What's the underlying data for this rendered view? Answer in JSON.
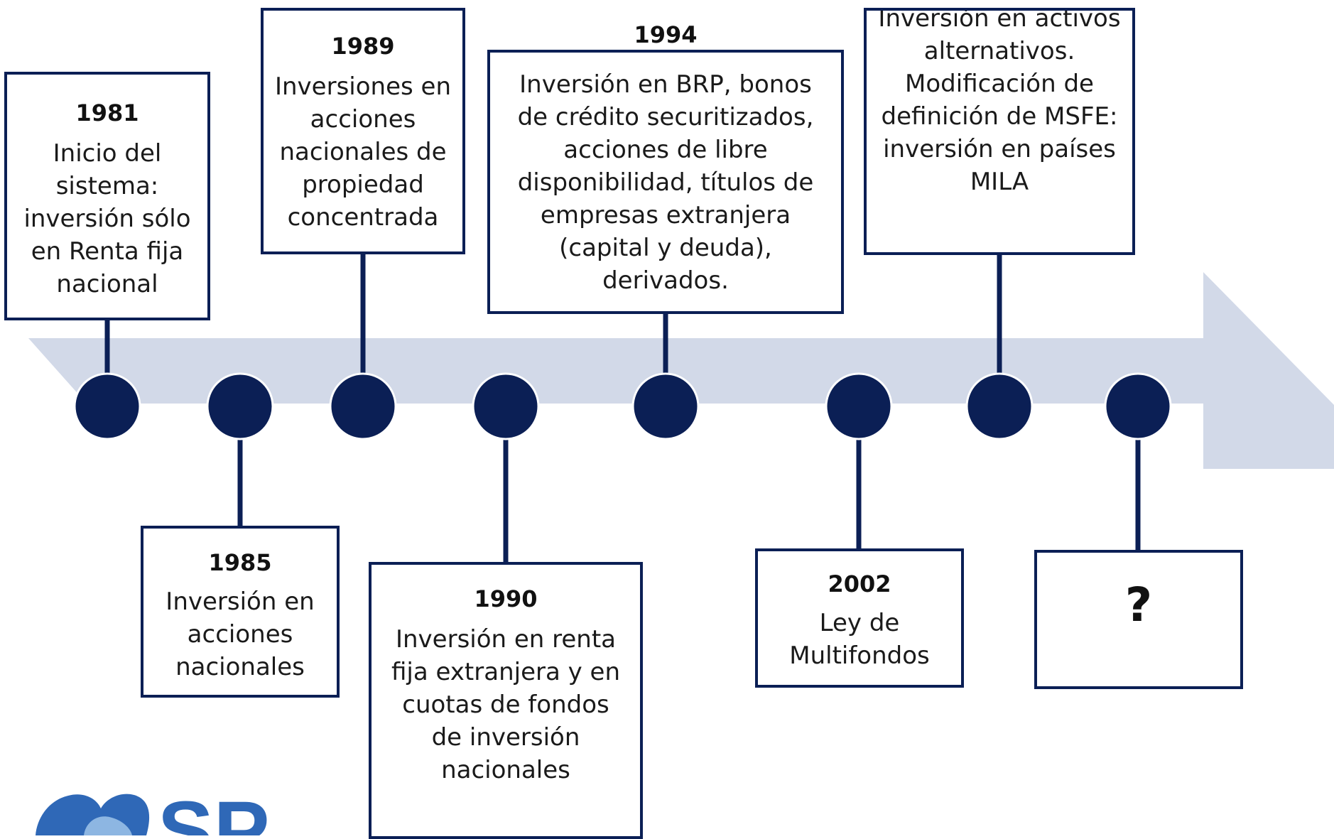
{
  "colors": {
    "arrow": "#d2d9e8",
    "node": "#0b1f55",
    "connector": "#0b1f55",
    "box_border": "#0b1f55",
    "logo": "#2f68b7",
    "logo_light": "#8db6e2"
  },
  "timeline": {
    "events": [
      {
        "year": "1981",
        "text": "Inicio del sistema: inversión sólo en Renta fija nacional"
      },
      {
        "year": "1985",
        "text": "Inversión en acciones nacionales"
      },
      {
        "year": "1989",
        "text": "Inversiones en acciones nacionales de propiedad concentrada"
      },
      {
        "year": "1990",
        "text": "Inversión en renta fija extranjera y en cuotas de fondos de inversión nacionales"
      },
      {
        "year": "1994",
        "text": "Inversión en BRP, bonos de crédito securitizados, acciones de libre disponibilidad, títulos de empresas extranjera (capital y deuda), derivados."
      },
      {
        "year": "2002",
        "text": "Ley de Multifondos"
      },
      {
        "year": "",
        "text": "Inversión en activos alternativos. Modificación de definición de MSFE: inversión en países MILA"
      },
      {
        "year": "",
        "text": "?"
      }
    ]
  },
  "logo": {
    "text": "SP"
  }
}
